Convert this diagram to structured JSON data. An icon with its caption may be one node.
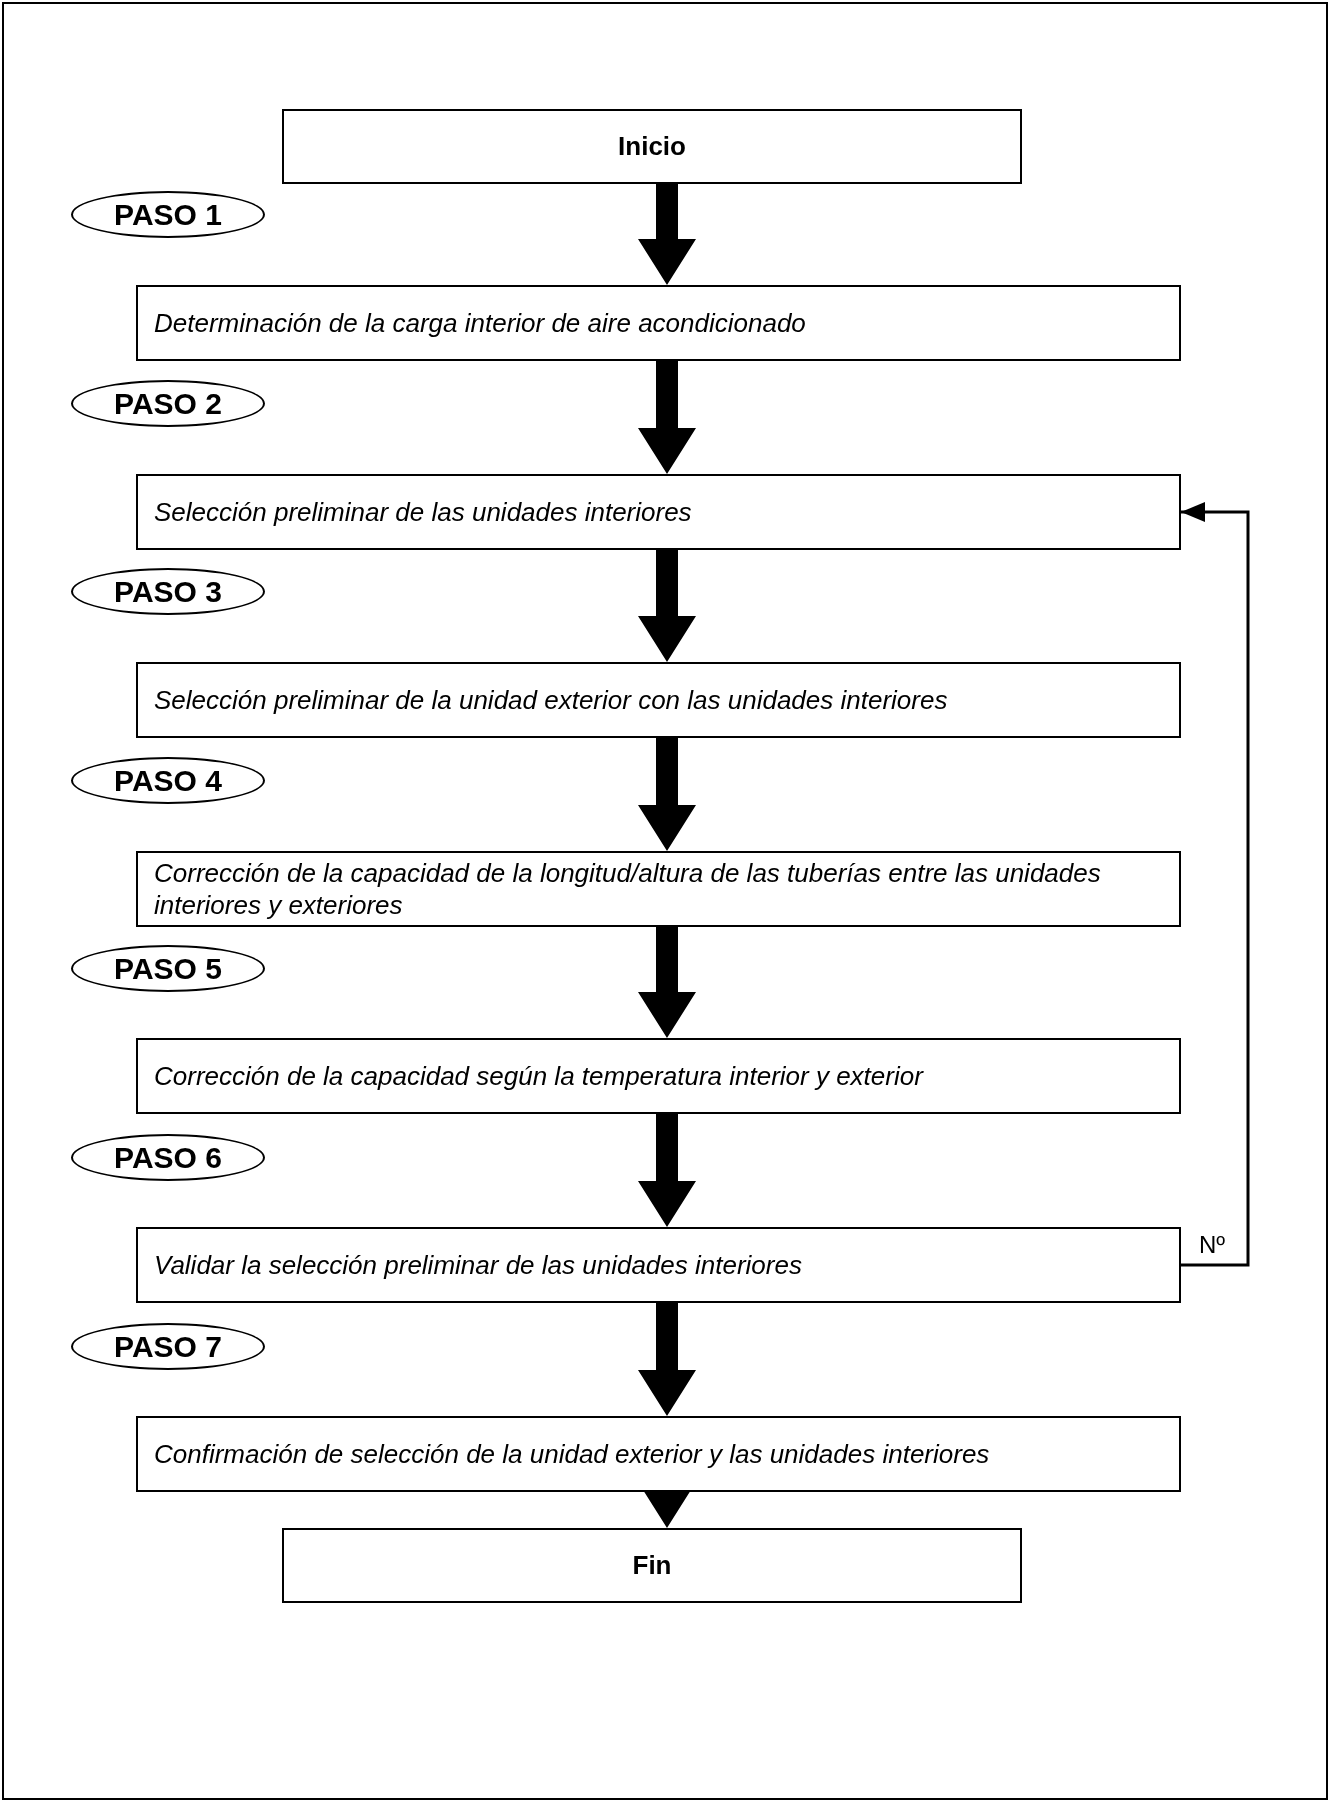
{
  "diagram": {
    "nodes": [
      {
        "text": [
          "Inicio"
        ]
      },
      {
        "text": [
          "PASO 1"
        ]
      },
      {
        "text": [
          "Determinación de la carga interior de aire acondicionado"
        ]
      },
      {
        "text": [
          "PASO 2"
        ]
      },
      {
        "text": [
          "Selección preliminar de las unidades interiores"
        ]
      },
      {
        "text": [
          "PASO 3"
        ]
      },
      {
        "text": [
          "Selección preliminar de la unidad exterior con las unidades interiores"
        ]
      },
      {
        "text": [
          "PASO 4"
        ]
      },
      {
        "text": [
          "Corrección de la capacidad de la longitud/altura de las tuberías entre las unidades interiores y exteriores"
        ]
      },
      {
        "text": [
          "PASO 5"
        ]
      },
      {
        "text": [
          "Corrección de la capacidad según la temperatura interior y exterior"
        ]
      },
      {
        "text": [
          "PASO 6"
        ]
      },
      {
        "text": [
          "Validar la selección preliminar de las unidades interiores"
        ]
      },
      {
        "text": [
          "PASO 7"
        ]
      },
      {
        "text": [
          "Confirmación de selección de la unidad exterior y las unidades interiores"
        ]
      },
      {
        "text": [
          "Fin"
        ]
      }
    ],
    "edges": [
      {
        "from": 0,
        "to": 2,
        "arrow": "to",
        "style": "thick"
      },
      {
        "from": 2,
        "to": 4,
        "arrow": "to",
        "style": "thick"
      },
      {
        "from": 4,
        "to": 6,
        "arrow": "to",
        "style": "thick"
      },
      {
        "from": 6,
        "to": 8,
        "arrow": "to",
        "style": "thick"
      },
      {
        "from": 8,
        "to": 10,
        "arrow": "to",
        "style": "thick"
      },
      {
        "from": 10,
        "to": 12,
        "arrow": "to",
        "style": "thick"
      },
      {
        "from": 12,
        "to": 14,
        "arrow": "to",
        "style": "thick"
      },
      {
        "from": 14,
        "to": 15,
        "arrow": "to",
        "style": "thick"
      },
      {
        "from": 12,
        "to": 4,
        "arrow": "to",
        "label": "Nº"
      }
    ]
  }
}
